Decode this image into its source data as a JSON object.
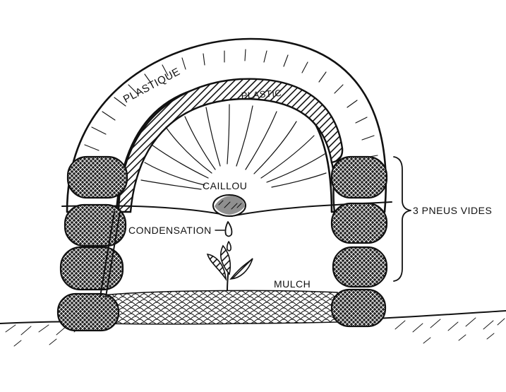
{
  "labels": {
    "outer_cover": "PLASTIQUE",
    "inner_cover": "PLASTIC",
    "stone": "CAILLOU",
    "condensation": "CONDENSATION",
    "mulch": "MULCH",
    "tires": "3 PNEUS VIDES"
  },
  "colors": {
    "ink": "#111111",
    "paper": "#ffffff"
  }
}
